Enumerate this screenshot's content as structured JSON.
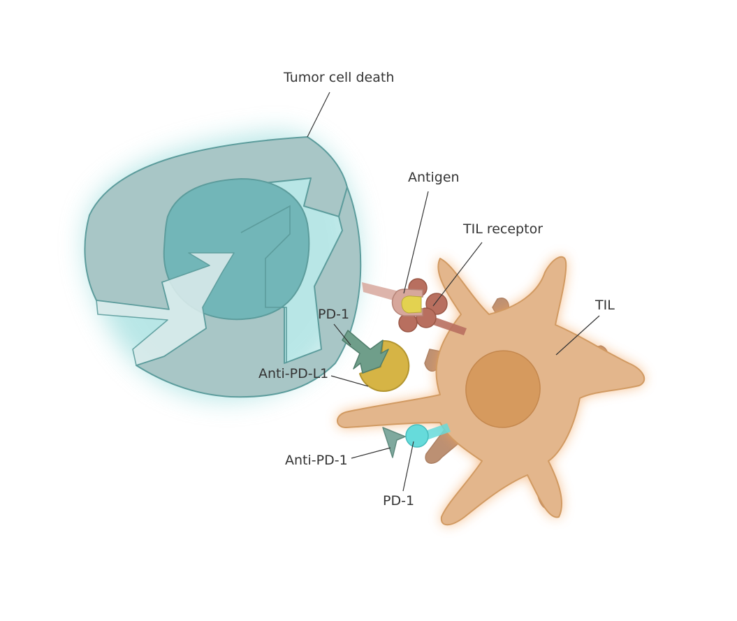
{
  "labels": {
    "tumor_cell_death": "Tumor cell death",
    "antigen": "Antigen",
    "til_receptor": "TIL receptor",
    "til": "TIL",
    "pd1_upper": "PD-1",
    "anti_pd_l1": "Anti-PD-L1",
    "anti_pd1": "Anti-PD-1",
    "pd1_lower": "PD-1"
  },
  "colors": {
    "tumor_cytoplasm": "#a8c6c6",
    "tumor_nucleus": "#72b6b8",
    "tumor_outline": "#5c9c9c",
    "tumor_glow": "#7fd3d3",
    "til_body": "#e3b68c",
    "til_nucleus": "#d69a5e",
    "til_outline": "#d19a62",
    "til_glow": "#f2a25a",
    "til_back_arms": "#b98b6c",
    "til_receptor": "#b86f5f",
    "antigen": "#d7a79c",
    "antigen_core": "#e3d250",
    "pdl1_stalk": "#6f9e8a",
    "anti_pd_l1": "#d6b445",
    "pd1_lower": "#66dbdb",
    "anti_pd1": "#7fa99e"
  }
}
